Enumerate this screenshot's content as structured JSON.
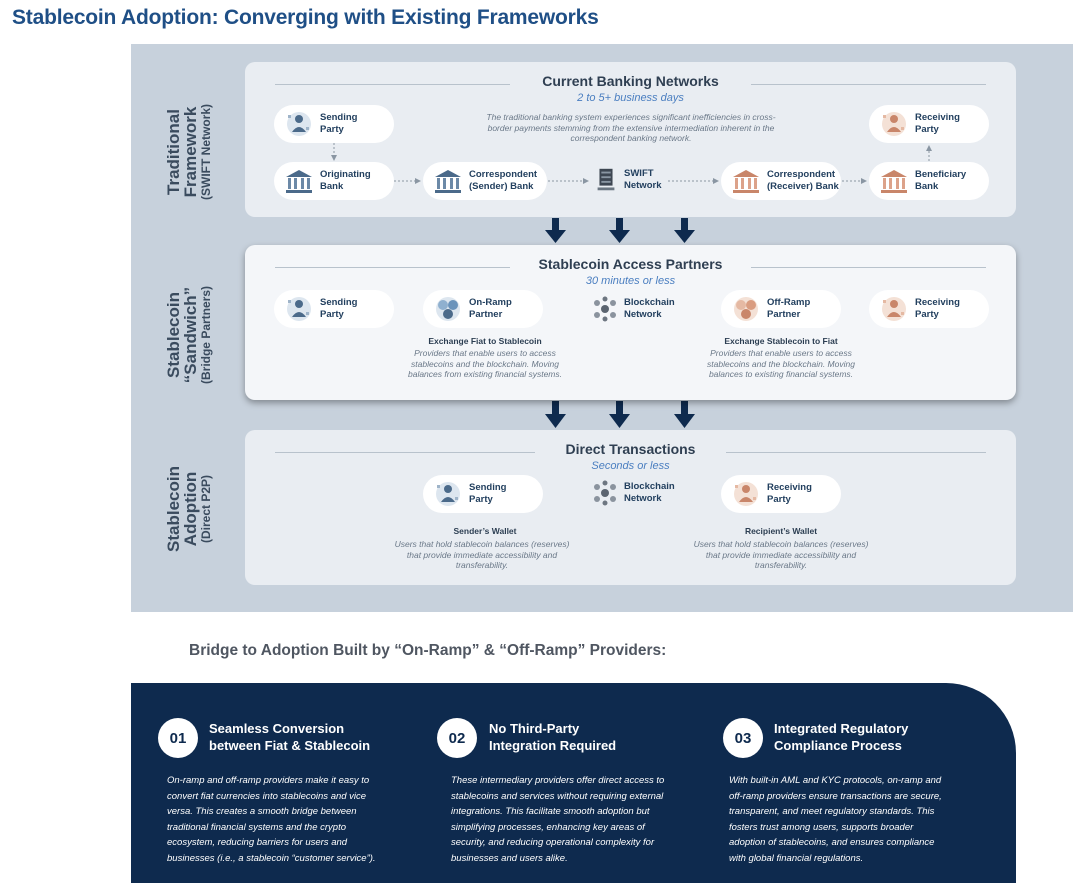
{
  "title": "Stablecoin Adoption: Converging with Existing Frameworks",
  "rows": [
    {
      "label1": "Traditional",
      "label1b": "Framework",
      "label2": "(SWIFT Network)"
    },
    {
      "label1": "Stablecoin",
      "label1b": "“Sandwich”",
      "label2": "(Bridge Partners)"
    },
    {
      "label1": "Stablecoin",
      "label1b": "Adoption",
      "label2": "(Direct P2P)"
    }
  ],
  "panel1": {
    "title": "Current Banking Networks",
    "subtitle": "2 to 5+ business days",
    "description": "The traditional banking system experiences significant inefficiencies in cross-border payments stemming from the extensive intermediation inherent in the correspondent banking network.",
    "nodes": {
      "sending": [
        "Sending",
        "Party"
      ],
      "originating": [
        "Originating",
        "Bank"
      ],
      "corr_sender": [
        "Correspondent",
        "(Sender) Bank"
      ],
      "swift": [
        "SWIFT",
        "Network"
      ],
      "corr_receiver": [
        "Correspondent",
        "(Receiver) Bank"
      ],
      "beneficiary": [
        "Beneficiary",
        "Bank"
      ],
      "receiving": [
        "Receiving",
        "Party"
      ]
    }
  },
  "panel2": {
    "title": "Stablecoin Access Partners",
    "subtitle": "30 minutes or less",
    "nodes": {
      "sending": [
        "Sending",
        "Party"
      ],
      "onramp": [
        "On-Ramp",
        "Partner"
      ],
      "blockchain": [
        "Blockchain",
        "Network"
      ],
      "offramp": [
        "Off-Ramp",
        "Partner"
      ],
      "receiving": [
        "Receiving",
        "Party"
      ]
    },
    "left_head": "Exchange Fiat to Stablecoin",
    "left_desc": "Providers that enable users to access stablecoins and the blockchain. Moving balances from existing financial systems.",
    "right_head": "Exchange Stablecoin to Fiat",
    "right_desc": "Providers that enable users to access stablecoins and the blockchain. Moving balances to existing financial systems."
  },
  "panel3": {
    "title": "Direct Transactions",
    "subtitle": "Seconds or less",
    "nodes": {
      "sending": [
        "Sending",
        "Party"
      ],
      "blockchain": [
        "Blockchain",
        "Network"
      ],
      "receiving": [
        "Receiving",
        "Party"
      ]
    },
    "left_head": "Sender’s Wallet",
    "left_desc": "Users that hold stablecoin balances (reserves) that provide immediate accessibility and transferability.",
    "right_head": "Recipient’s Wallet",
    "right_desc": "Users that hold stablecoin balances (reserves) that provide immediate accessibility and transferability."
  },
  "subheading": "Bridge to Adoption Built by “On-Ramp” & “Off-Ramp” Providers:",
  "cards": [
    {
      "num": "01",
      "title1": "Seamless Conversion",
      "title2": "between Fiat & Stablecoin",
      "lines": [
        "On-ramp and off-ramp providers make it easy to",
        "convert fiat currencies into stablecoins and vice",
        "versa. This creates a smooth bridge between",
        "traditional financial systems and the crypto",
        "ecosystem, reducing barriers for users and",
        "businesses (i.e., a stablecoin “customer service”)."
      ]
    },
    {
      "num": "02",
      "title1": "No Third-Party",
      "title2": "Integration Required",
      "lines": [
        "These intermediary providers offer direct access to",
        "stablecoins and services without requiring external",
        "integrations. This facilitate smooth adoption but",
        "simplifying processes, enhancing key areas of",
        "security, and reducing operational complexity for",
        "businesses and users alike."
      ]
    },
    {
      "num": "03",
      "title1": "Integrated Regulatory",
      "title2": "Compliance Process",
      "lines": [
        "With built-in AML and KYC protocols, on-ramp and",
        "off-ramp providers ensure transactions are secure,",
        "transparent, and meet regulatory standards. This",
        "fosters trust among users, supports broader",
        "adoption of stablecoins, and ensures compliance",
        "with global financial regulations."
      ]
    }
  ],
  "colors": {
    "navy": "#0e2a4e",
    "title_blue": "#1f4f86",
    "subtitle_blue": "#4a7ec0",
    "panel_bg": "#e9edf2",
    "outer_bg": "#c7d1dc"
  }
}
